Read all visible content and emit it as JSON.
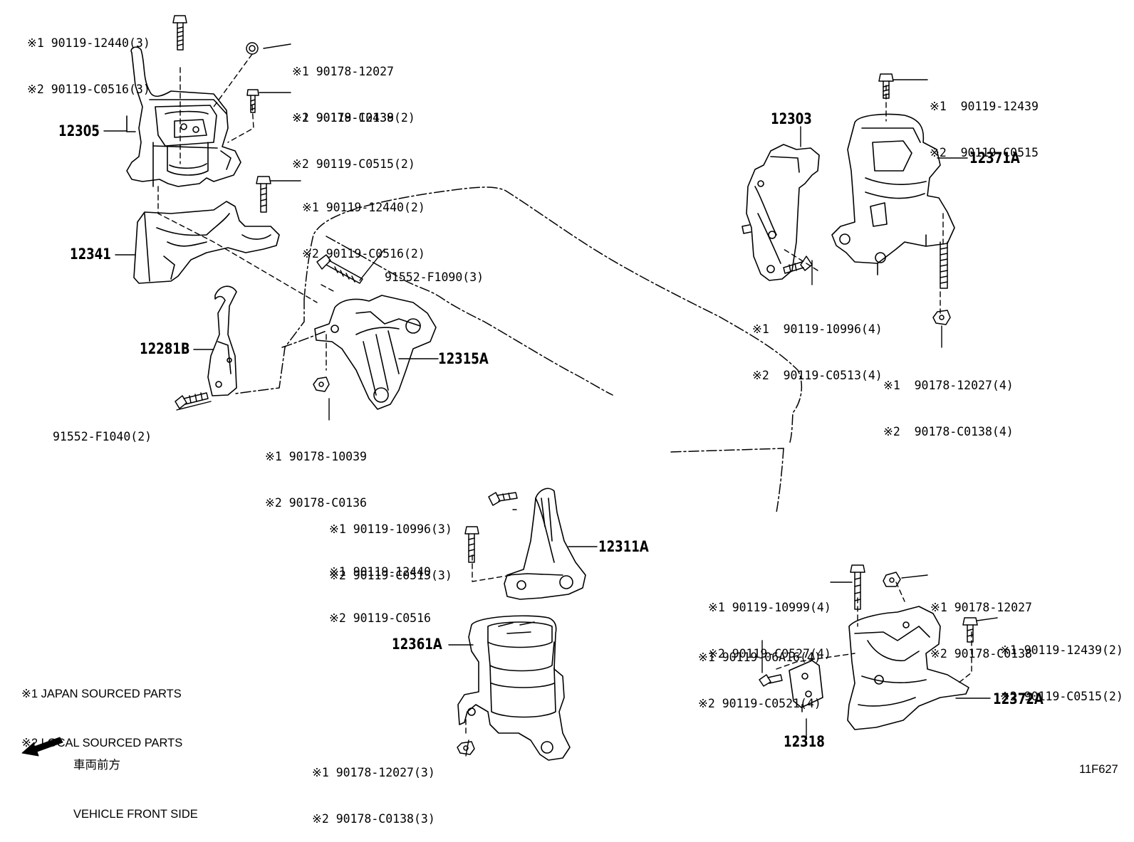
{
  "diagram_code": "11F627",
  "parts": {
    "p12305": "12305",
    "p12341": "12341",
    "p12281b": "12281B",
    "p12315a": "12315A",
    "p12303": "12303",
    "p12371a": "12371A",
    "p12311a": "12311A",
    "p12361a": "12361A",
    "p12318": "12318",
    "p12372a": "12372A"
  },
  "fasteners": {
    "f1": [
      "※1 90119-12440(3)",
      "※2 90119-C0516(3)"
    ],
    "f2": [
      "※1 90178-12027",
      "※2 90178-C0138"
    ],
    "f3": [
      "※1 90119-12439(2)",
      "※2 90119-C0515(2)"
    ],
    "f4": [
      "※1 90119-12440(2)",
      "※2 90119-C0516(2)"
    ],
    "f5": [
      "91552-F1090(3)"
    ],
    "f6": [
      "91552-F1040(2)"
    ],
    "f7": [
      "※1 90178-10039",
      "※2 90178-C0136"
    ],
    "f8": [
      "※1  90119-12439",
      "※2  90119-C0515"
    ],
    "f9": [
      "※1  90119-10996(4)",
      "※2  90119-C0513(4)"
    ],
    "f10": [
      "※1  90178-12027(4)",
      "※2  90178-C0138(4)"
    ],
    "f11": [
      "※1 90119-10996(3)",
      "※2 90119-C0513(3)"
    ],
    "f12": [
      "※1 90119-12440",
      "※2 90119-C0516"
    ],
    "f13": [
      "※1 90119-10999(4)",
      "※2 90119-C0527(4)"
    ],
    "f14": [
      "※1 90178-12027",
      "※2 90178-C0138"
    ],
    "f15": [
      "※1 90119-06A16(4)",
      "※2 90119-C0521(4)"
    ],
    "f16": [
      "※1 90119-12439(2)",
      "※2 90119-C0515(2)"
    ],
    "f17": [
      "※1 90178-12027(3)",
      "※2 90178-C0138(3)"
    ]
  },
  "legend": {
    "japan": "※1 JAPAN SOURCED PARTS",
    "local": "※2 LOCAL SOURCED PARTS"
  },
  "front": {
    "jp": "車両前方",
    "en": "VEHICLE FRONT SIDE"
  }
}
